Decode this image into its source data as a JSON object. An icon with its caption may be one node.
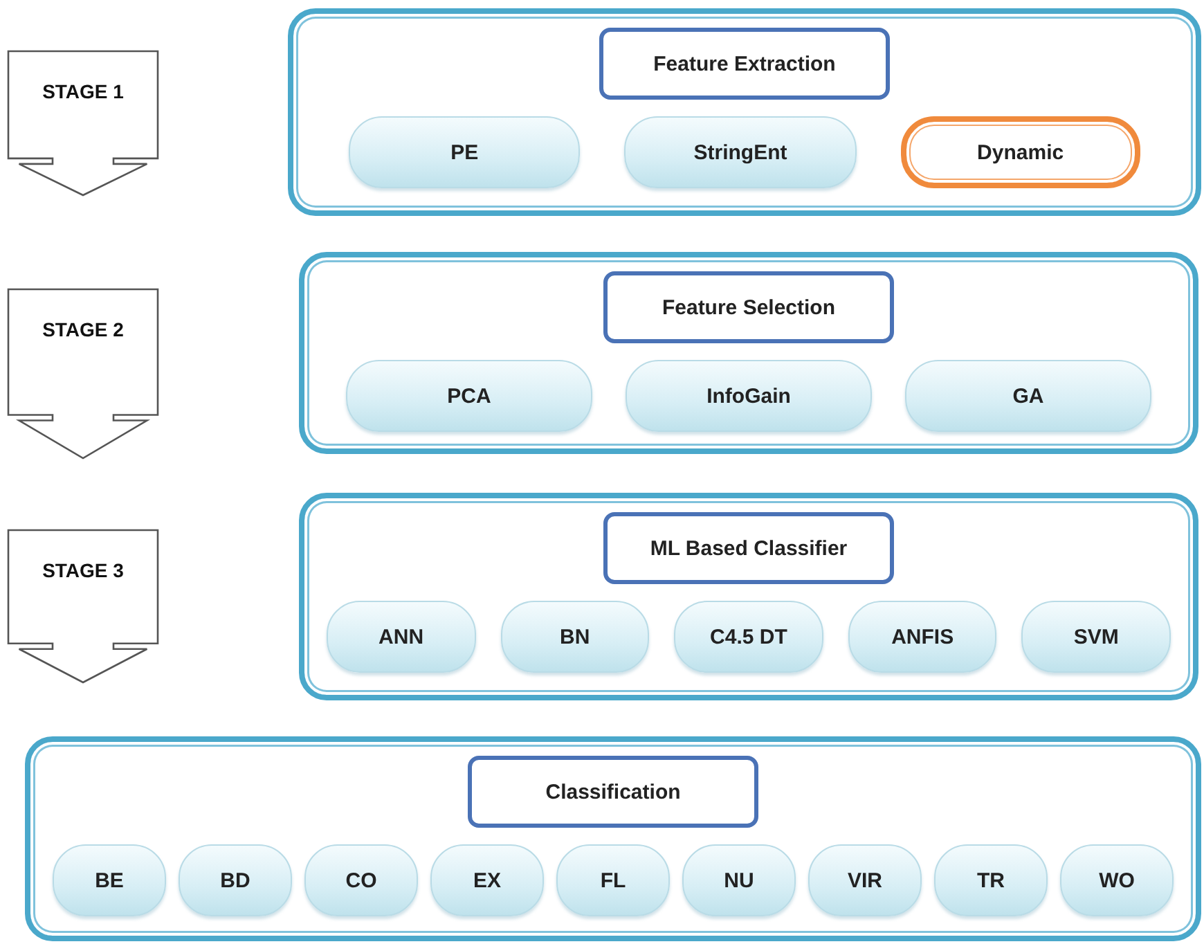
{
  "diagram": {
    "nodes": [
      {
        "text": [
          "STAGE 1"
        ]
      },
      {
        "text": [],
        "shape": "box"
      },
      {
        "text": [
          "Feature Extraction"
        ],
        "in": 1
      },
      {
        "text": [
          "PE"
        ],
        "in": 1
      },
      {
        "text": [
          "StringEnt"
        ],
        "in": 1
      },
      {
        "text": [
          "Dynamic"
        ],
        "in": 1
      },
      {
        "text": [
          "STAGE 2"
        ]
      },
      {
        "text": [],
        "shape": "box"
      },
      {
        "text": [
          "Feature Selection"
        ],
        "in": 7
      },
      {
        "text": [
          "PCA"
        ],
        "in": 7
      },
      {
        "text": [
          "InfoGain"
        ],
        "in": 7
      },
      {
        "text": [
          "GA"
        ],
        "in": 7
      },
      {
        "text": [
          "STAGE 3"
        ]
      },
      {
        "text": [],
        "shape": "box"
      },
      {
        "text": [
          "ML Based Classifier"
        ],
        "in": 13
      },
      {
        "text": [
          "ANN"
        ],
        "in": 13
      },
      {
        "text": [
          "BN"
        ],
        "in": 13
      },
      {
        "text": [
          "C4.5 DT"
        ],
        "in": 13
      },
      {
        "text": [
          "ANFIS"
        ],
        "in": 13
      },
      {
        "text": [
          "SVM"
        ],
        "in": 13
      },
      {
        "text": [],
        "shape": "box"
      },
      {
        "text": [
          "Classification"
        ],
        "in": 20
      },
      {
        "text": [
          "BE"
        ],
        "in": 20
      },
      {
        "text": [
          "BD"
        ],
        "in": 20
      },
      {
        "text": [
          "CO"
        ],
        "in": 20
      },
      {
        "text": [
          "EX"
        ],
        "in": 20
      },
      {
        "text": [
          "FL"
        ],
        "in": 20
      },
      {
        "text": [
          "NU"
        ],
        "in": 20
      },
      {
        "text": [
          "VIR"
        ],
        "in": 20
      },
      {
        "text": [
          "TR"
        ],
        "in": 20
      },
      {
        "text": [
          "WO"
        ],
        "in": 20
      }
    ],
    "edges": []
  }
}
